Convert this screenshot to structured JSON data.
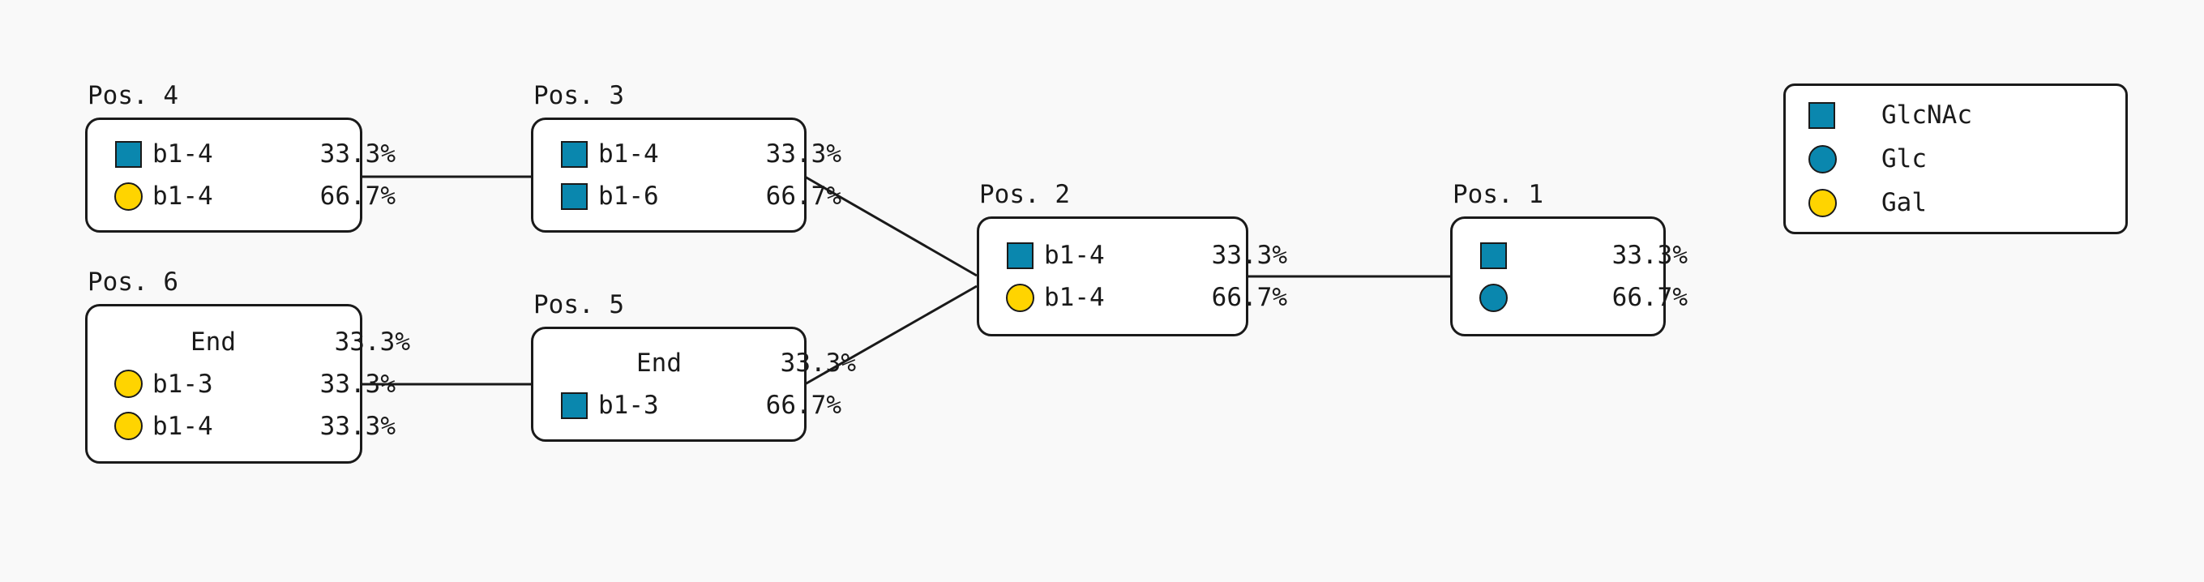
{
  "colors": {
    "glcnac_blue": "#0A87AE",
    "glc_blue": "#0A87AE",
    "gal_yellow": "#FFD400",
    "outline": "#1a1a1a",
    "background": "#f9f9f9",
    "node_fill": "#ffffff"
  },
  "nodes": [
    {
      "id": "pos4",
      "title": "Pos. 4",
      "rows": [
        {
          "glyph": "blue-square-icon",
          "link": "b1-4",
          "pct": "33.3%"
        },
        {
          "glyph": "yellow-circle-icon",
          "link": "b1-4",
          "pct": "66.7%"
        }
      ]
    },
    {
      "id": "pos3",
      "title": "Pos. 3",
      "rows": [
        {
          "glyph": "blue-square-icon",
          "link": "b1-4",
          "pct": "33.3%"
        },
        {
          "glyph": "blue-square-icon",
          "link": "b1-6",
          "pct": "66.7%"
        }
      ]
    },
    {
      "id": "pos2",
      "title": "Pos. 2",
      "rows": [
        {
          "glyph": "blue-square-icon",
          "link": "b1-4",
          "pct": "33.3%"
        },
        {
          "glyph": "yellow-circle-icon",
          "link": "b1-4",
          "pct": "66.7%"
        }
      ]
    },
    {
      "id": "pos1",
      "title": "Pos. 1",
      "rows": [
        {
          "glyph": "blue-square-icon",
          "link": "",
          "pct": "33.3%"
        },
        {
          "glyph": "blue-circle-icon",
          "link": "",
          "pct": "66.7%"
        }
      ]
    },
    {
      "id": "pos6",
      "title": "Pos. 6",
      "rows": [
        {
          "glyph": "none",
          "link": "End",
          "pct": "33.3%"
        },
        {
          "glyph": "yellow-circle-icon",
          "link": "b1-3",
          "pct": "33.3%"
        },
        {
          "glyph": "yellow-circle-icon",
          "link": "b1-4",
          "pct": "33.3%"
        }
      ]
    },
    {
      "id": "pos5",
      "title": "Pos. 5",
      "rows": [
        {
          "glyph": "none",
          "link": "End",
          "pct": "33.3%"
        },
        {
          "glyph": "blue-square-icon",
          "link": "b1-3",
          "pct": "66.7%"
        }
      ]
    }
  ],
  "legend": {
    "entries": [
      {
        "glyph": "blue-square-icon",
        "label": "GlcNAc"
      },
      {
        "glyph": "blue-circle-icon",
        "label": "Glc"
      },
      {
        "glyph": "yellow-circle-icon",
        "label": "Gal"
      }
    ]
  },
  "edges": [
    {
      "from": "pos4",
      "to": "pos3"
    },
    {
      "from": "pos3",
      "to": "pos2"
    },
    {
      "from": "pos5",
      "to": "pos2"
    },
    {
      "from": "pos6",
      "to": "pos5"
    },
    {
      "from": "pos2",
      "to": "pos1"
    }
  ]
}
